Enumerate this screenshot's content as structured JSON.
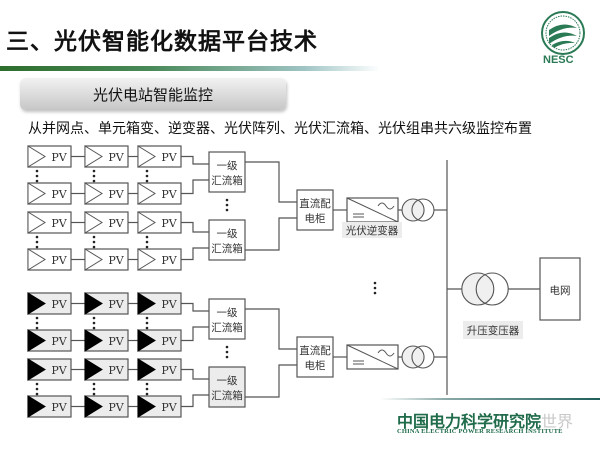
{
  "header": {
    "title": "三、光伏智能化数据平台技术",
    "logo_text": "NESC"
  },
  "section": {
    "pill_label": "光伏电站智能监控",
    "subtitle": "从并网点、单元箱变、逆变器、光伏阵列、光伏汇流箱、光伏组串共六级监控布置"
  },
  "diagram": {
    "pv_label": "PV",
    "combiner_label_line1": "一级",
    "combiner_label_line2": "汇流箱",
    "dc_cabinet_line1": "直流配",
    "dc_cabinet_line2": "电柜",
    "inverter_label": "光伏逆变器",
    "step_up_label": "升压变压器",
    "grid_label": "电网",
    "groups": [
      {
        "style": "outline"
      },
      {
        "style": "filled"
      }
    ],
    "colors": {
      "line": "#555555",
      "box_fill": "#f4f4f4",
      "filled_box_fill": "#ececec",
      "pv_triangle_filled": "#000000"
    }
  },
  "footer": {
    "institute_cn": "中国电力科学研究院",
    "watermark": "世界",
    "institute_en": "CHINA ELECTRIC POWER RESEARCH INSTITUTE",
    "accent": "#1f6b4a"
  }
}
